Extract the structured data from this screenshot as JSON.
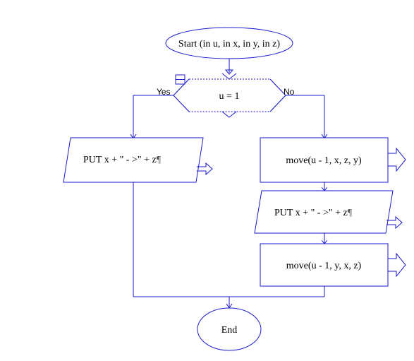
{
  "colors": {
    "stroke": "#1a1acc",
    "text": "#000000",
    "fill": "#ffffff"
  },
  "diagram": {
    "start": {
      "label": "Start (in u, in x, in y, in z)"
    },
    "decision": {
      "label": "u = 1",
      "yes_label": "Yes",
      "no_label": "No"
    },
    "yes_branch": {
      "output_text": "PUT x  +  \" - >\"  +  z",
      "output_mark": "¶"
    },
    "no_branch": {
      "call_1": "move(u - 1,  x,  z,  y)",
      "output_text": "PUT x  +  \" - >\"  +  z",
      "output_mark": "¶",
      "call_2": "move(u - 1,  y, x, z)"
    },
    "end": {
      "label": "End"
    },
    "icons": {
      "collapse": "collapse-toggle-icon",
      "call_arrow": "call-arrow-icon",
      "output_arrow": "output-arrow-icon"
    }
  }
}
